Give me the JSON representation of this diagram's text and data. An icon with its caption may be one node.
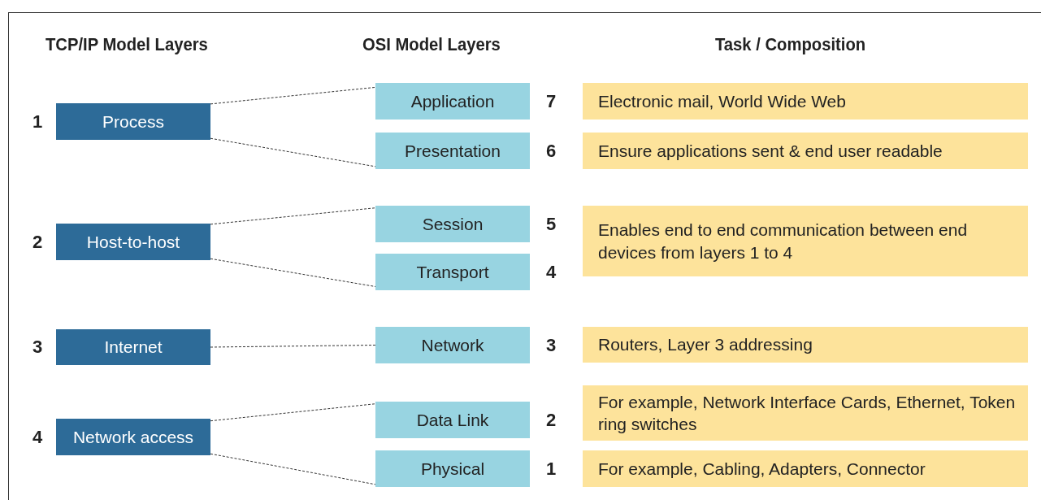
{
  "diagram": {
    "nodes": [
      {
        "text": [
          "Process"
        ],
        "beside": [
          "1"
        ]
      },
      {
        "text": [
          "Host-to-host"
        ],
        "beside": [
          "2"
        ]
      },
      {
        "text": [
          "Internet"
        ],
        "beside": [
          "3"
        ]
      },
      {
        "text": [
          "Network access"
        ],
        "beside": [
          "4"
        ]
      },
      {
        "text": [
          "Application"
        ],
        "beside": [
          "7"
        ]
      },
      {
        "text": [
          "Presentation"
        ],
        "beside": [
          "6"
        ]
      },
      {
        "text": [
          "Session"
        ],
        "beside": [
          "5"
        ]
      },
      {
        "text": [
          "Transport"
        ],
        "beside": [
          "4"
        ]
      },
      {
        "text": [
          "Network"
        ],
        "beside": [
          "3"
        ]
      },
      {
        "text": [
          "Data Link"
        ],
        "beside": [
          "2"
        ]
      },
      {
        "text": [
          "Physical"
        ],
        "beside": [
          "1"
        ]
      },
      {
        "text": [
          "Electronic mail, World Wide Web"
        ]
      },
      {
        "text": [
          "Ensure applications sent & end user readable"
        ]
      },
      {
        "text": [
          "Enables end to end communication between end devices from layers 1 to 4"
        ]
      },
      {
        "text": [
          "Routers, Layer 3 addressing"
        ]
      },
      {
        "text": [
          "For example, Network Interface Cards, Ethernet, Token ring switches"
        ]
      },
      {
        "text": [
          "For example, Cabling, Adapters, Connector"
        ]
      }
    ],
    "edges": [
      {
        "from": 0,
        "to": 4,
        "arrow": "none",
        "style": "dashed"
      },
      {
        "from": 0,
        "to": 5,
        "arrow": "none",
        "style": "dashed"
      },
      {
        "from": 1,
        "to": 6,
        "arrow": "none",
        "style": "dashed"
      },
      {
        "from": 1,
        "to": 7,
        "arrow": "none",
        "style": "dashed"
      },
      {
        "from": 2,
        "to": 8,
        "arrow": "none",
        "style": "dashed"
      },
      {
        "from": 3,
        "to": 9,
        "arrow": "none",
        "style": "dashed"
      },
      {
        "from": 3,
        "to": 10,
        "arrow": "none",
        "style": "dashed"
      }
    ],
    "labels": [
      "TCP/IP Model Layers",
      "OSI Model Layers",
      "Task / Composition"
    ]
  }
}
